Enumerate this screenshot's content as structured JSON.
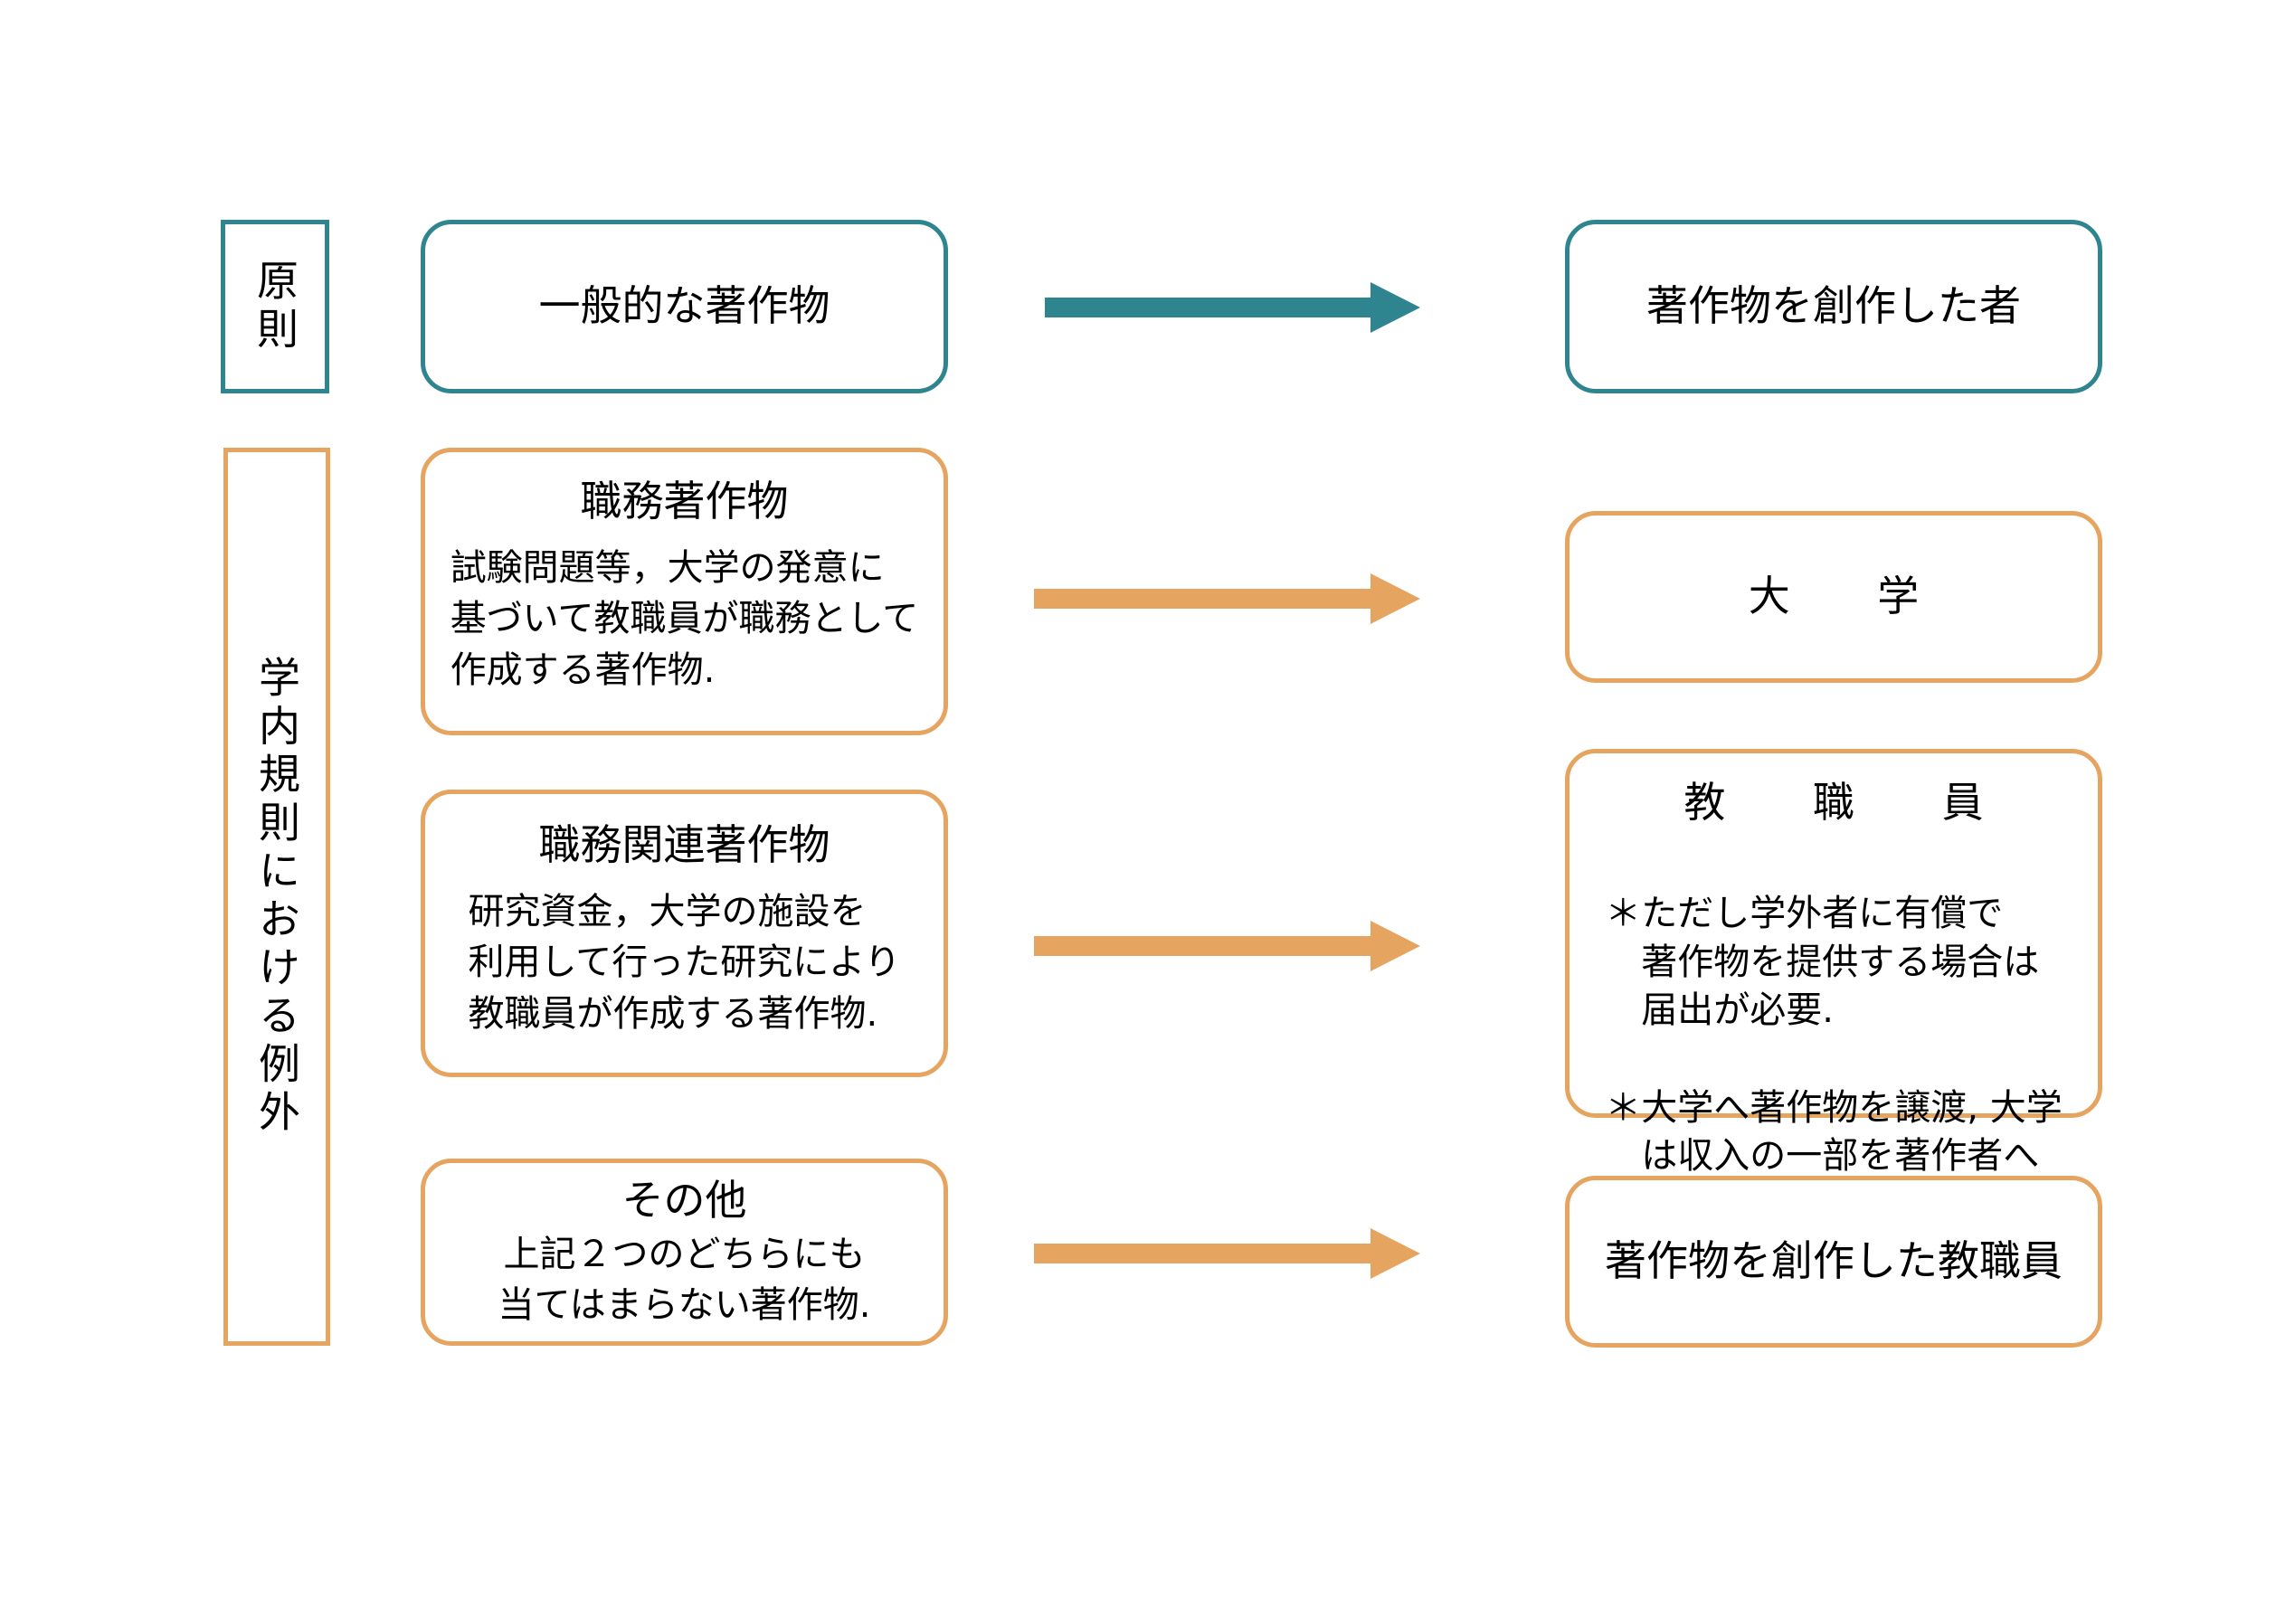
{
  "colors": {
    "teal": "#2E8590",
    "orange": "#E5A45F",
    "text": "#000000",
    "background": "#FFFFFF"
  },
  "categories": {
    "principle": "原則",
    "exception": "学内規則における例外"
  },
  "rows": [
    {
      "id": "general-work",
      "accent": "teal",
      "source": {
        "title": "一般的な著作物",
        "body": ""
      },
      "arrow": "arrow-right-teal",
      "target": {
        "title": "著作物を創作した者",
        "body": ""
      }
    },
    {
      "id": "work-for-hire",
      "accent": "orange",
      "source": {
        "title": "職務著作物",
        "body": "試験問題等，大学の発意に\n基づいて教職員が職務として\n作成する著作物."
      },
      "arrow": "arrow-right-orange",
      "target": {
        "title": "大　学",
        "body": ""
      }
    },
    {
      "id": "duty-related-work",
      "accent": "orange",
      "source": {
        "title": "職務関連著作物",
        "body": "研究資金，大学の施設を\n利用して行った研究により\n教職員が作成する著作物."
      },
      "arrow": "arrow-right-orange",
      "target": {
        "title": "教　職　員",
        "notes": [
          "＊ただし学外者に有償で\n著作物を提供する場合は\n届出が必要.",
          "＊大学へ著作物を譲渡, 大学\nは収入の一部を著作者へ\n分配."
        ]
      }
    },
    {
      "id": "other-work",
      "accent": "orange",
      "source": {
        "title": "その他",
        "body": "上記２つのどちらにも\n当てはまらない著作物."
      },
      "arrow": "arrow-right-orange",
      "target": {
        "title": "著作物を創作した教職員",
        "body": ""
      }
    }
  ]
}
